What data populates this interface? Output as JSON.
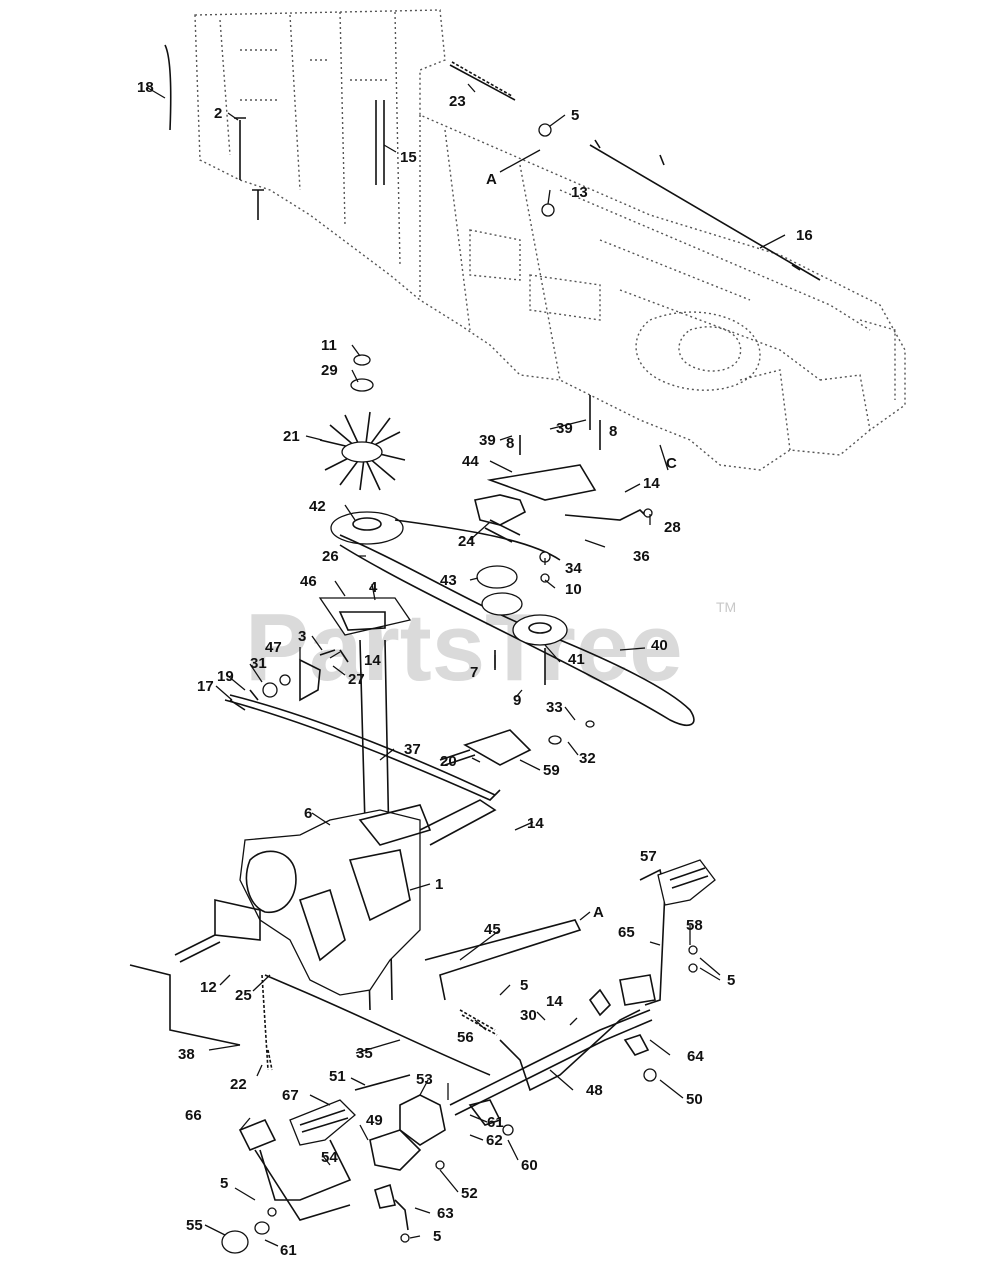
{
  "diagram": {
    "watermark": "PartsTree",
    "trademark": "TM",
    "callouts": [
      {
        "text": "18"
      },
      {
        "text": "2"
      },
      {
        "text": "15"
      },
      {
        "text": "23"
      },
      {
        "text": "5"
      },
      {
        "text": "A"
      },
      {
        "text": "13"
      },
      {
        "text": "16"
      },
      {
        "text": "11"
      },
      {
        "text": "29"
      },
      {
        "text": "21"
      },
      {
        "text": "39"
      },
      {
        "text": "8"
      },
      {
        "text": "39"
      },
      {
        "text": "8"
      },
      {
        "text": "44"
      },
      {
        "text": "C"
      },
      {
        "text": "14"
      },
      {
        "text": "42"
      },
      {
        "text": "24"
      },
      {
        "text": "28"
      },
      {
        "text": "36"
      },
      {
        "text": "26"
      },
      {
        "text": "34"
      },
      {
        "text": "46"
      },
      {
        "text": "4"
      },
      {
        "text": "43"
      },
      {
        "text": "10"
      },
      {
        "text": "3"
      },
      {
        "text": "47"
      },
      {
        "text": "14"
      },
      {
        "text": "27"
      },
      {
        "text": "7"
      },
      {
        "text": "41"
      },
      {
        "text": "40"
      },
      {
        "text": "19"
      },
      {
        "text": "31"
      },
      {
        "text": "17"
      },
      {
        "text": "9"
      },
      {
        "text": "33"
      },
      {
        "text": "32"
      },
      {
        "text": "37"
      },
      {
        "text": "20"
      },
      {
        "text": "59"
      },
      {
        "text": "6"
      },
      {
        "text": "14"
      },
      {
        "text": "1"
      },
      {
        "text": "57"
      },
      {
        "text": "45"
      },
      {
        "text": "A"
      },
      {
        "text": "65"
      },
      {
        "text": "58"
      },
      {
        "text": "5"
      },
      {
        "text": "12"
      },
      {
        "text": "25"
      },
      {
        "text": "5"
      },
      {
        "text": "14"
      },
      {
        "text": "30"
      },
      {
        "text": "56"
      },
      {
        "text": "64"
      },
      {
        "text": "38"
      },
      {
        "text": "35"
      },
      {
        "text": "48"
      },
      {
        "text": "22"
      },
      {
        "text": "51"
      },
      {
        "text": "53"
      },
      {
        "text": "50"
      },
      {
        "text": "67"
      },
      {
        "text": "66"
      },
      {
        "text": "49"
      },
      {
        "text": "61"
      },
      {
        "text": "54"
      },
      {
        "text": "62"
      },
      {
        "text": "60"
      },
      {
        "text": "52"
      },
      {
        "text": "5"
      },
      {
        "text": "63"
      },
      {
        "text": "55"
      },
      {
        "text": "61"
      },
      {
        "text": "5"
      }
    ]
  }
}
